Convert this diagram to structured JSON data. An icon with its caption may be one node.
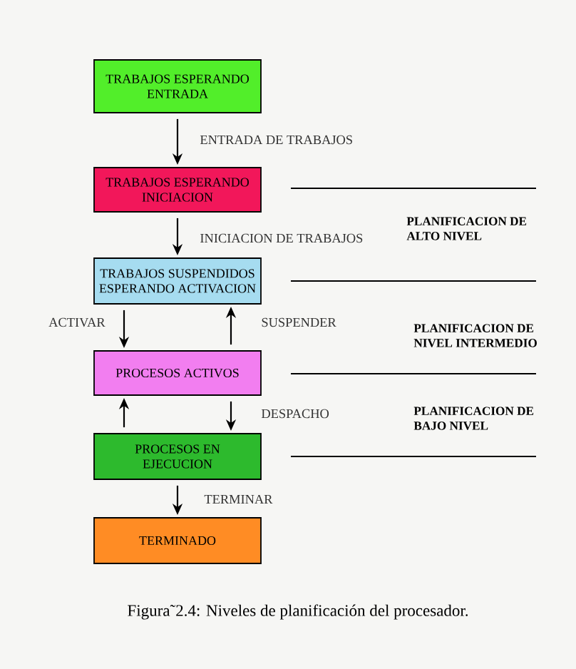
{
  "diagram": {
    "caption": "Figura˜2.4: Niveles de planificación del procesador.",
    "nodes": [
      {
        "text": [
          "TRABAJOS ESPERANDO ENTRADA"
        ]
      },
      {
        "text": [
          "TRABAJOS ESPERANDO INICIACION"
        ]
      },
      {
        "text": [
          "TRABAJOS SUSPENDIDOS ESPERANDO ACTIVACION"
        ]
      },
      {
        "text": [
          "PROCESOS ACTIVOS"
        ]
      },
      {
        "text": [
          "PROCESOS EN EJECUCION"
        ]
      },
      {
        "text": [
          "TERMINADO"
        ]
      }
    ],
    "edges": [
      {
        "from": 0,
        "to": 1,
        "arrow": "to",
        "label": "ENTRADA DE TRABAJOS"
      },
      {
        "from": 1,
        "to": 2,
        "arrow": "to",
        "label": "INICIACION DE TRABAJOS"
      },
      {
        "from": 2,
        "to": 3,
        "arrow": "to",
        "label": "ACTIVAR"
      },
      {
        "from": 3,
        "to": 2,
        "arrow": "to",
        "label": "SUSPENDER"
      },
      {
        "from": 4,
        "to": 3,
        "arrow": "to"
      },
      {
        "from": 3,
        "to": 4,
        "arrow": "to",
        "label": "DESPACHO"
      },
      {
        "from": 4,
        "to": 5,
        "arrow": "to",
        "label": "TERMINAR"
      }
    ],
    "labels": [
      "PLANIFICACION DE ALTO NIVEL",
      "PLANIFICACION DE NIVEL INTERMEDIO",
      "PLANIFICACION DE BAJO NIVEL"
    ]
  }
}
